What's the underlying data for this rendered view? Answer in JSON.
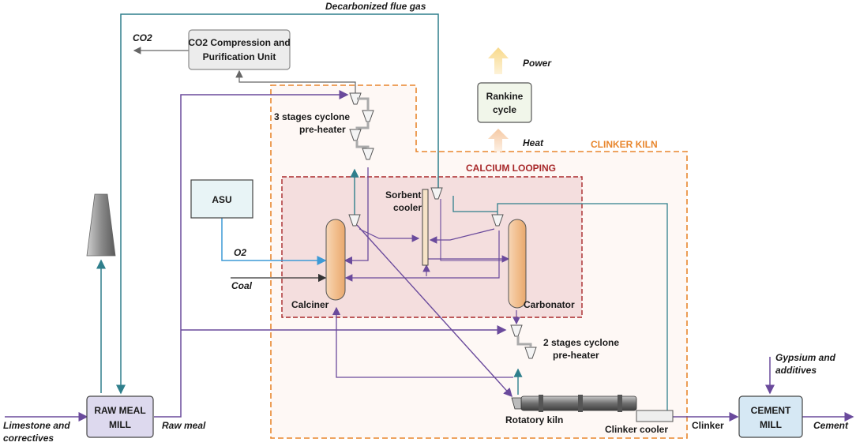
{
  "flue_gas_label": "Decarbonized flue gas",
  "co2_label": "CO2",
  "ccpu": {
    "line1": "CO2 Compression and",
    "line2": "Purification Unit"
  },
  "power_label": "Power",
  "heat_label": "Heat",
  "rankine": {
    "line1": "Rankine",
    "line2": "cycle"
  },
  "clinker_kiln_label": "CLINKER KILN",
  "calcium_looping_label": "CALCIUM LOOPING",
  "preheater3": {
    "line1": "3 stages cyclone",
    "line2": "pre-heater"
  },
  "preheater2": {
    "line1": "2 stages cyclone",
    "line2": "pre-heater"
  },
  "asu_label": "ASU",
  "o2_label": "O2",
  "coal_label": "Coal",
  "sorbent_cooler": {
    "line1": "Sorbent",
    "line2": "cooler"
  },
  "calciner_label": "Calciner",
  "carbonator_label": "Carbonator",
  "raw_meal_mill": {
    "line1": "RAW MEAL",
    "line2": "MILL"
  },
  "limestone": {
    "line1": "Limestone and",
    "line2": "correctives"
  },
  "raw_meal_label": "Raw meal",
  "rotary_kiln_label": "Rotatory kiln",
  "clinker_cooler_label": "Clinker cooler",
  "clinker_label": "Clinker",
  "cement_mill": {
    "line1": "CEMENT",
    "line2": "MILL"
  },
  "gypsum": {
    "line1": "Gypsium and",
    "line2": "additives"
  },
  "cement_label": "Cement",
  "colors": {
    "gas_line": "#2f7f8c",
    "solids_line": "#6a4a9c",
    "o2_line": "#3d9ad6",
    "kiln_border": "#e8862d",
    "looping_border": "#a8282a",
    "looping_fill": "#f3dcdc",
    "reactor_fill": "#f3c59a"
  }
}
